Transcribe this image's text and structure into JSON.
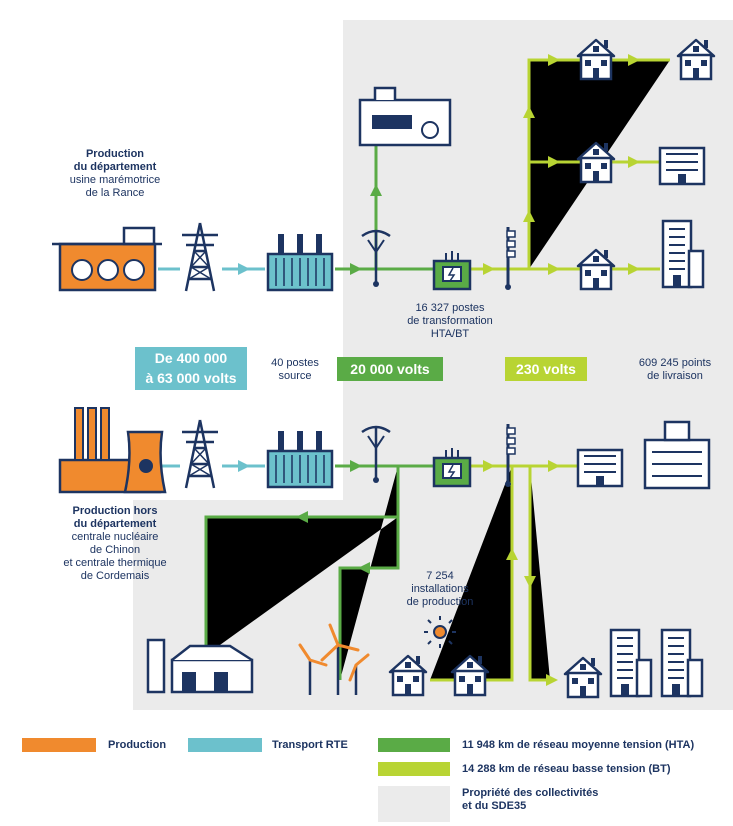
{
  "labels": {
    "production_dept": {
      "title1": "Production",
      "title2": "du département",
      "line1": "usine marémotrice",
      "line2": "de la Rance"
    },
    "production_hors": {
      "title1": "Production hors",
      "title2": "du département",
      "line1": "centrale nucléaire",
      "line2": "de Chinon",
      "line3": "et centrale thermique",
      "line4": "de Cordemais"
    },
    "postes_transfo": {
      "line1": "16 327 postes",
      "line2": "de transformation",
      "line3": "HTA/BT"
    },
    "postes_source": {
      "line1": "40 postes",
      "line2": "source"
    },
    "points_livraison": {
      "line1": "609 245 points",
      "line2": "de livraison"
    },
    "installations": {
      "line1": "7 254",
      "line2": "installations",
      "line3": "de production"
    }
  },
  "badges": {
    "tension_transport": {
      "line1": "De 400 000",
      "line2": "à 63 000 volts"
    },
    "hta": "20 000 volts",
    "bt": "230 volts"
  },
  "legend": {
    "production": "Production",
    "transport": "Transport RTE",
    "hta": "11 948 km de réseau moyenne tension (HTA)",
    "bt": "14 288 km de réseau basse tension (BT)",
    "propriete_line1": "Propriété des collectivités",
    "propriete_line2": "et du SDE35"
  },
  "colors": {
    "navy": "#1d3461",
    "orange": "#f08a2e",
    "teal": "#6cc1cc",
    "green": "#5aab46",
    "lime": "#b8d433",
    "grey": "#ebebeb"
  },
  "icons": [
    "tidal-plant-icon",
    "pylon-icon",
    "transformer-icon",
    "pole-icon",
    "substation-icon",
    "meter-pole-icon",
    "house-icon",
    "building-icon",
    "factory-icon",
    "nuclear-plant-icon",
    "wind-turbine-icon",
    "sun-icon",
    "incinerator-icon"
  ]
}
